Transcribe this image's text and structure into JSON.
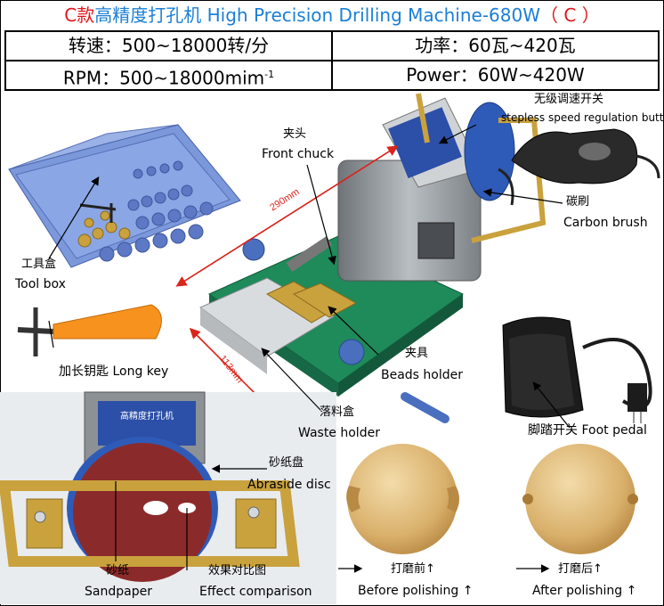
{
  "title": {
    "red_prefix": "C款",
    "main": "高精度打孔机 High Precision Drilling Machine-680W",
    "red_suffix": "（ C ）"
  },
  "specs": {
    "speed_cn": "转速：500~18000转/分",
    "power_cn": "功率：60瓦~420瓦",
    "rpm_en": "RPM：500~18000mim",
    "rpm_sup": "-1",
    "power_en": "Power：60W~420W"
  },
  "dimensions": {
    "length": "290mm",
    "width": "113mm"
  },
  "labels": {
    "stepless_cn": "无级调速开关",
    "stepless_en": "stepless speed regulation button",
    "chuck_cn": "夹头",
    "chuck_en": "Front chuck",
    "brush_cn": "碳刷",
    "brush_en": "Carbon brush",
    "toolbox_cn": "工具盒",
    "toolbox_en": "Tool box",
    "key_cn": "加长钥匙",
    "key_en": "Long key",
    "beads_cn": "夹具",
    "beads_en": "Beads holder",
    "waste_cn": "落料盒",
    "waste_en": "Waste holder",
    "pedal_cn": "脚踏开关",
    "pedal_en": "Foot pedal",
    "disc_cn": "砂纸盘",
    "disc_en": "Abraside disc",
    "sand_cn": "砂纸",
    "sand_en": "Sandpaper",
    "effect_cn": "效果对比图",
    "effect_en": "Effect comparison",
    "before_cn": "打磨前↑",
    "before_en": "Before polishing ↑",
    "after_cn": "打磨后↑",
    "after_en": "After polishing ↑",
    "motor_cn": "高精度打孔机"
  },
  "colors": {
    "title_blue": "#1a7fd6",
    "title_red": "#e0161b",
    "toolbox_blue": "#7b98db",
    "base_green": "#1f8a5a",
    "motor_gray": "#9ea3a8",
    "disc_blue": "#2f5bb8",
    "disc_red": "#8b2a2a",
    "brass": "#c9a23e",
    "key_orange": "#f7921e",
    "wood": "#e2bf83",
    "pedal_black": "#1c1c1c",
    "arrow_red": "#d9251c"
  }
}
